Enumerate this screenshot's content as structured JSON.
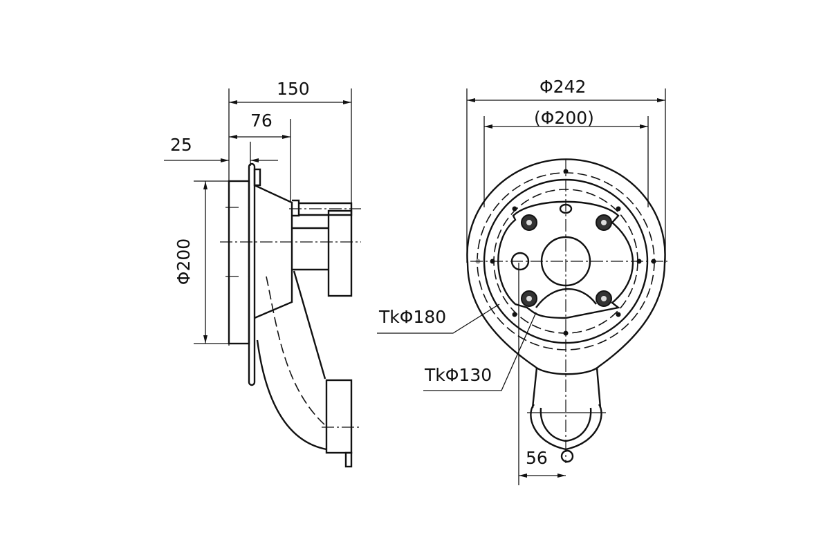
{
  "side_view": {
    "dim_overall_depth": "150",
    "dim_body_depth": "76",
    "dim_flange": "25",
    "dim_diameter": "Φ200"
  },
  "front_view": {
    "dim_outer_diameter": "Φ242",
    "dim_inner_diameter": "(Φ200)",
    "bolt_circle_outer": "TkΦ180",
    "bolt_circle_inner": "TkΦ130",
    "dim_outlet_offset": "56"
  }
}
